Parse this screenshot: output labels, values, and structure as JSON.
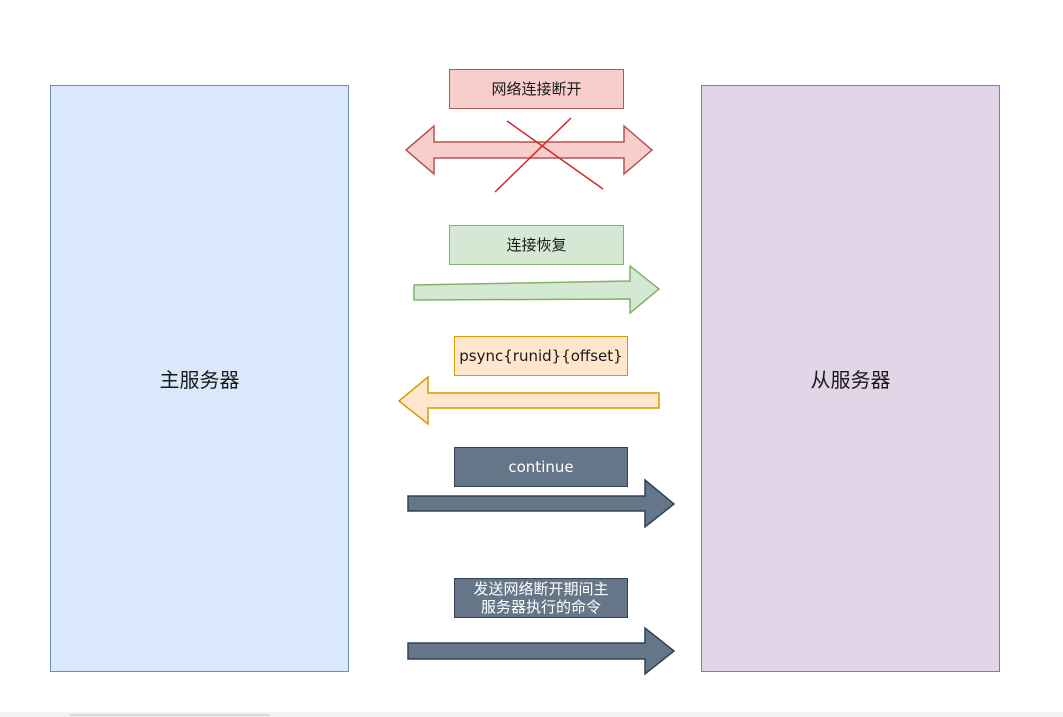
{
  "servers": {
    "master": "主服务器",
    "slave": "从服务器"
  },
  "steps": {
    "disconnect": "网络连接断开",
    "reconnect": "连接恢复",
    "psync": "psync{runid}{offset}",
    "continue": "continue",
    "commands_line1": "发送网络断开期间主",
    "commands_line2": "服务器执行的命令"
  },
  "colors": {
    "master_fill": "#dae8fc",
    "slave_fill": "#e1d5e7",
    "disconnect": "#f8cecc",
    "reconnect": "#d5e8d4",
    "psync": "#ffe6cc",
    "dark": "#647687"
  }
}
